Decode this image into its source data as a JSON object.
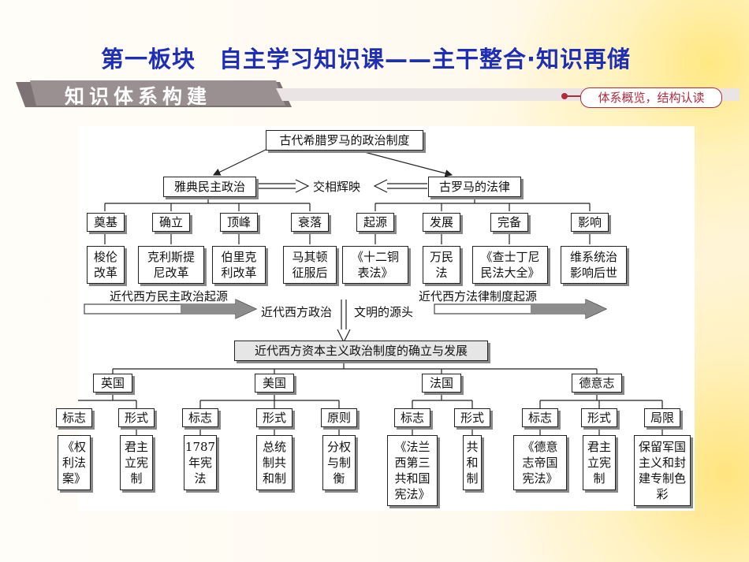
{
  "header": {
    "title": "第一板块　自主学习知识课——主干整合·知识再储",
    "section_label": "知识体系构建",
    "section_tag": "体系概览，结构认读"
  },
  "diagram": {
    "root": "古代希腊罗马的政治制度",
    "left_branch": "雅典民主政治",
    "middle_text": "交相辉映",
    "right_branch": "古罗马的法律",
    "greek_stages": [
      {
        "label": "奠基",
        "detail": "梭伦\n改革"
      },
      {
        "label": "确立",
        "detail": "克利斯提\n尼改革"
      },
      {
        "label": "顶峰",
        "detail": "伯里克\n利改革"
      },
      {
        "label": "衰落",
        "detail": "马其顿\n征服后"
      }
    ],
    "roman_stages": [
      {
        "label": "起源",
        "detail": "《十二铜\n表法》"
      },
      {
        "label": "发展",
        "detail": "万民\n法"
      },
      {
        "label": "完备",
        "detail": "《查士丁尼\n民法大全》"
      },
      {
        "label": "影响",
        "detail": "维系统治\n影响后世"
      }
    ],
    "left_arrow_text": "近代西方民主政治起源",
    "right_arrow_text": "近代西方法律制度起源",
    "source_left": "近代西方政治",
    "source_right": "文明的源头",
    "modern_root": "近代西方资本主义政治制度的确立与发展",
    "countries": [
      {
        "name": "英国",
        "items": [
          {
            "label": "标志",
            "detail": "《权\n利法\n案》"
          },
          {
            "label": "形式",
            "detail": "君主\n立宪\n制"
          }
        ]
      },
      {
        "name": "美国",
        "items": [
          {
            "label": "标志",
            "detail": "1787\n年宪\n法"
          },
          {
            "label": "形式",
            "detail": "总统\n制共\n和制"
          },
          {
            "label": "原则",
            "detail": "分权\n与制\n衡"
          }
        ]
      },
      {
        "name": "法国",
        "items": [
          {
            "label": "标志",
            "detail": "《法兰\n西第三\n共和国\n宪法》"
          },
          {
            "label": "形式",
            "detail": "共\n和\n制"
          }
        ]
      },
      {
        "name": "德意志",
        "items": [
          {
            "label": "标志",
            "detail": "《德意\n志帝国\n宪法》"
          },
          {
            "label": "形式",
            "detail": "君主\n立宪\n制"
          },
          {
            "label": "局限",
            "detail": "保留军国\n主义和封\n建专制色\n彩"
          }
        ]
      }
    ]
  },
  "colors": {
    "title": "#1f2fb5",
    "banner": "#9a8f91",
    "banner_dark": "#7d7375",
    "banner_accent": "#b02a3e"
  }
}
